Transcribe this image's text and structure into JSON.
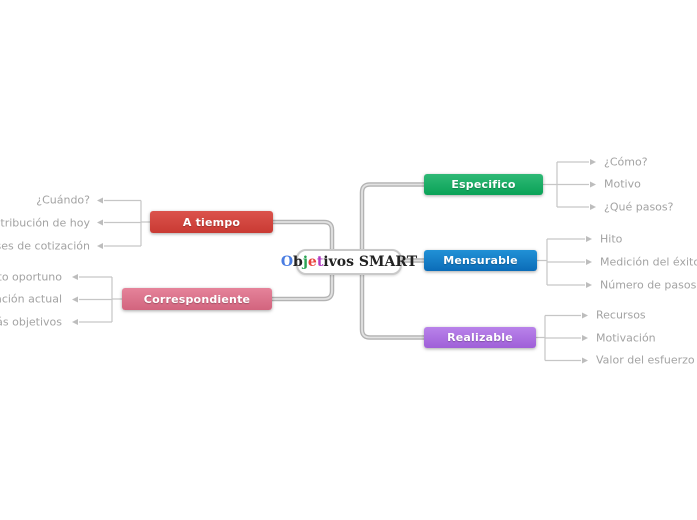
{
  "title": "Objetivos SMART mind map",
  "center_node": {
    "label": "Objetivos SMART",
    "letters": [
      {
        "ch": "O",
        "color": "#4a7de2"
      },
      {
        "ch": "b",
        "color": "#222222"
      },
      {
        "ch": "j",
        "color": "#2aa353"
      },
      {
        "ch": "e",
        "color": "#e8413c"
      },
      {
        "ch": "t",
        "color": "#b13ac1"
      },
      {
        "ch": "i",
        "color": "#222222"
      },
      {
        "ch": "v",
        "color": "#222222"
      },
      {
        "ch": "o",
        "color": "#222222"
      },
      {
        "ch": "s",
        "color": "#222222"
      },
      {
        "ch": " ",
        "color": "#222222"
      },
      {
        "ch": "S",
        "color": "#222222"
      },
      {
        "ch": "M",
        "color": "#222222"
      },
      {
        "ch": "A",
        "color": "#222222"
      },
      {
        "ch": "R",
        "color": "#222222"
      },
      {
        "ch": "T",
        "color": "#222222"
      }
    ]
  },
  "branches": [
    {
      "label": "Especifico",
      "side": "right",
      "colors": {
        "top": "#2fb976",
        "bottom": "#0aa257"
      },
      "children": [
        "¿Cómo?",
        "Motivo",
        "¿Qué pasos?"
      ]
    },
    {
      "label": "Mensurable",
      "side": "right",
      "colors": {
        "top": "#2191d6",
        "bottom": "#0b6cb8"
      },
      "children": [
        "Hito",
        "Medición del éxito",
        "Número de pasos"
      ]
    },
    {
      "label": "Realizable",
      "side": "right",
      "colors": {
        "top": "#b983ea",
        "bottom": "#9f5fd8"
      },
      "children": [
        "Recursos",
        "Motivación",
        "Valor del esfuerzo"
      ]
    },
    {
      "label": "A tiempo",
      "side": "left",
      "colors": {
        "top": "#db534c",
        "bottom": "#c93a33"
      },
      "children": [
        "¿Cuándo?",
        "Contribución de hoy",
        "meses de cotización"
      ]
    },
    {
      "label": "Correspondiente",
      "side": "left",
      "colors": {
        "top": "#e5839a",
        "bottom": "#d2647e"
      },
      "children": [
        "ento oportuno",
        "tuación actual",
        "más objetivos"
      ]
    }
  ],
  "connector_colors": {
    "trunk": "#b3b3b3",
    "trunk_inner": "#e2e2e2",
    "thin_line": "#c6c6c6",
    "arrow": "#bdbdbd",
    "leaf_text": "#a3a3a3"
  }
}
